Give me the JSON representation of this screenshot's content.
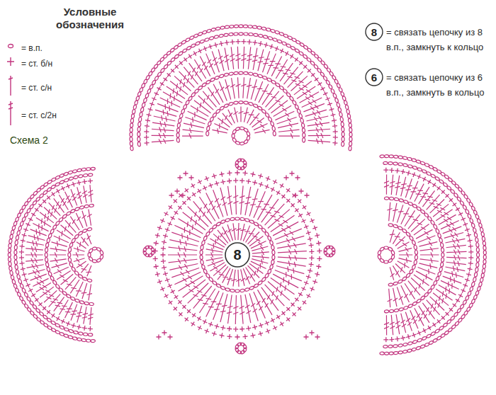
{
  "diagram": {
    "title": "Условные обозначения",
    "nodes": [
      {
        "text": [
          "8"
        ]
      },
      {
        "text": [
          "6"
        ]
      },
      {
        "text": [
          "8"
        ]
      }
    ],
    "labels": [
      "= связать цепочку из 8 в.п., замкнуть к кольцо",
      "= связать цепочку из 6 в.п., замкнуть в кольцо",
      "Схема 2"
    ],
    "legend": [
      {
        "text": "= в.п."
      },
      {
        "text": "= ст. б/н"
      },
      {
        "text": "= ст. с/н"
      },
      {
        "text": "= ст. с/2н"
      }
    ]
  }
}
